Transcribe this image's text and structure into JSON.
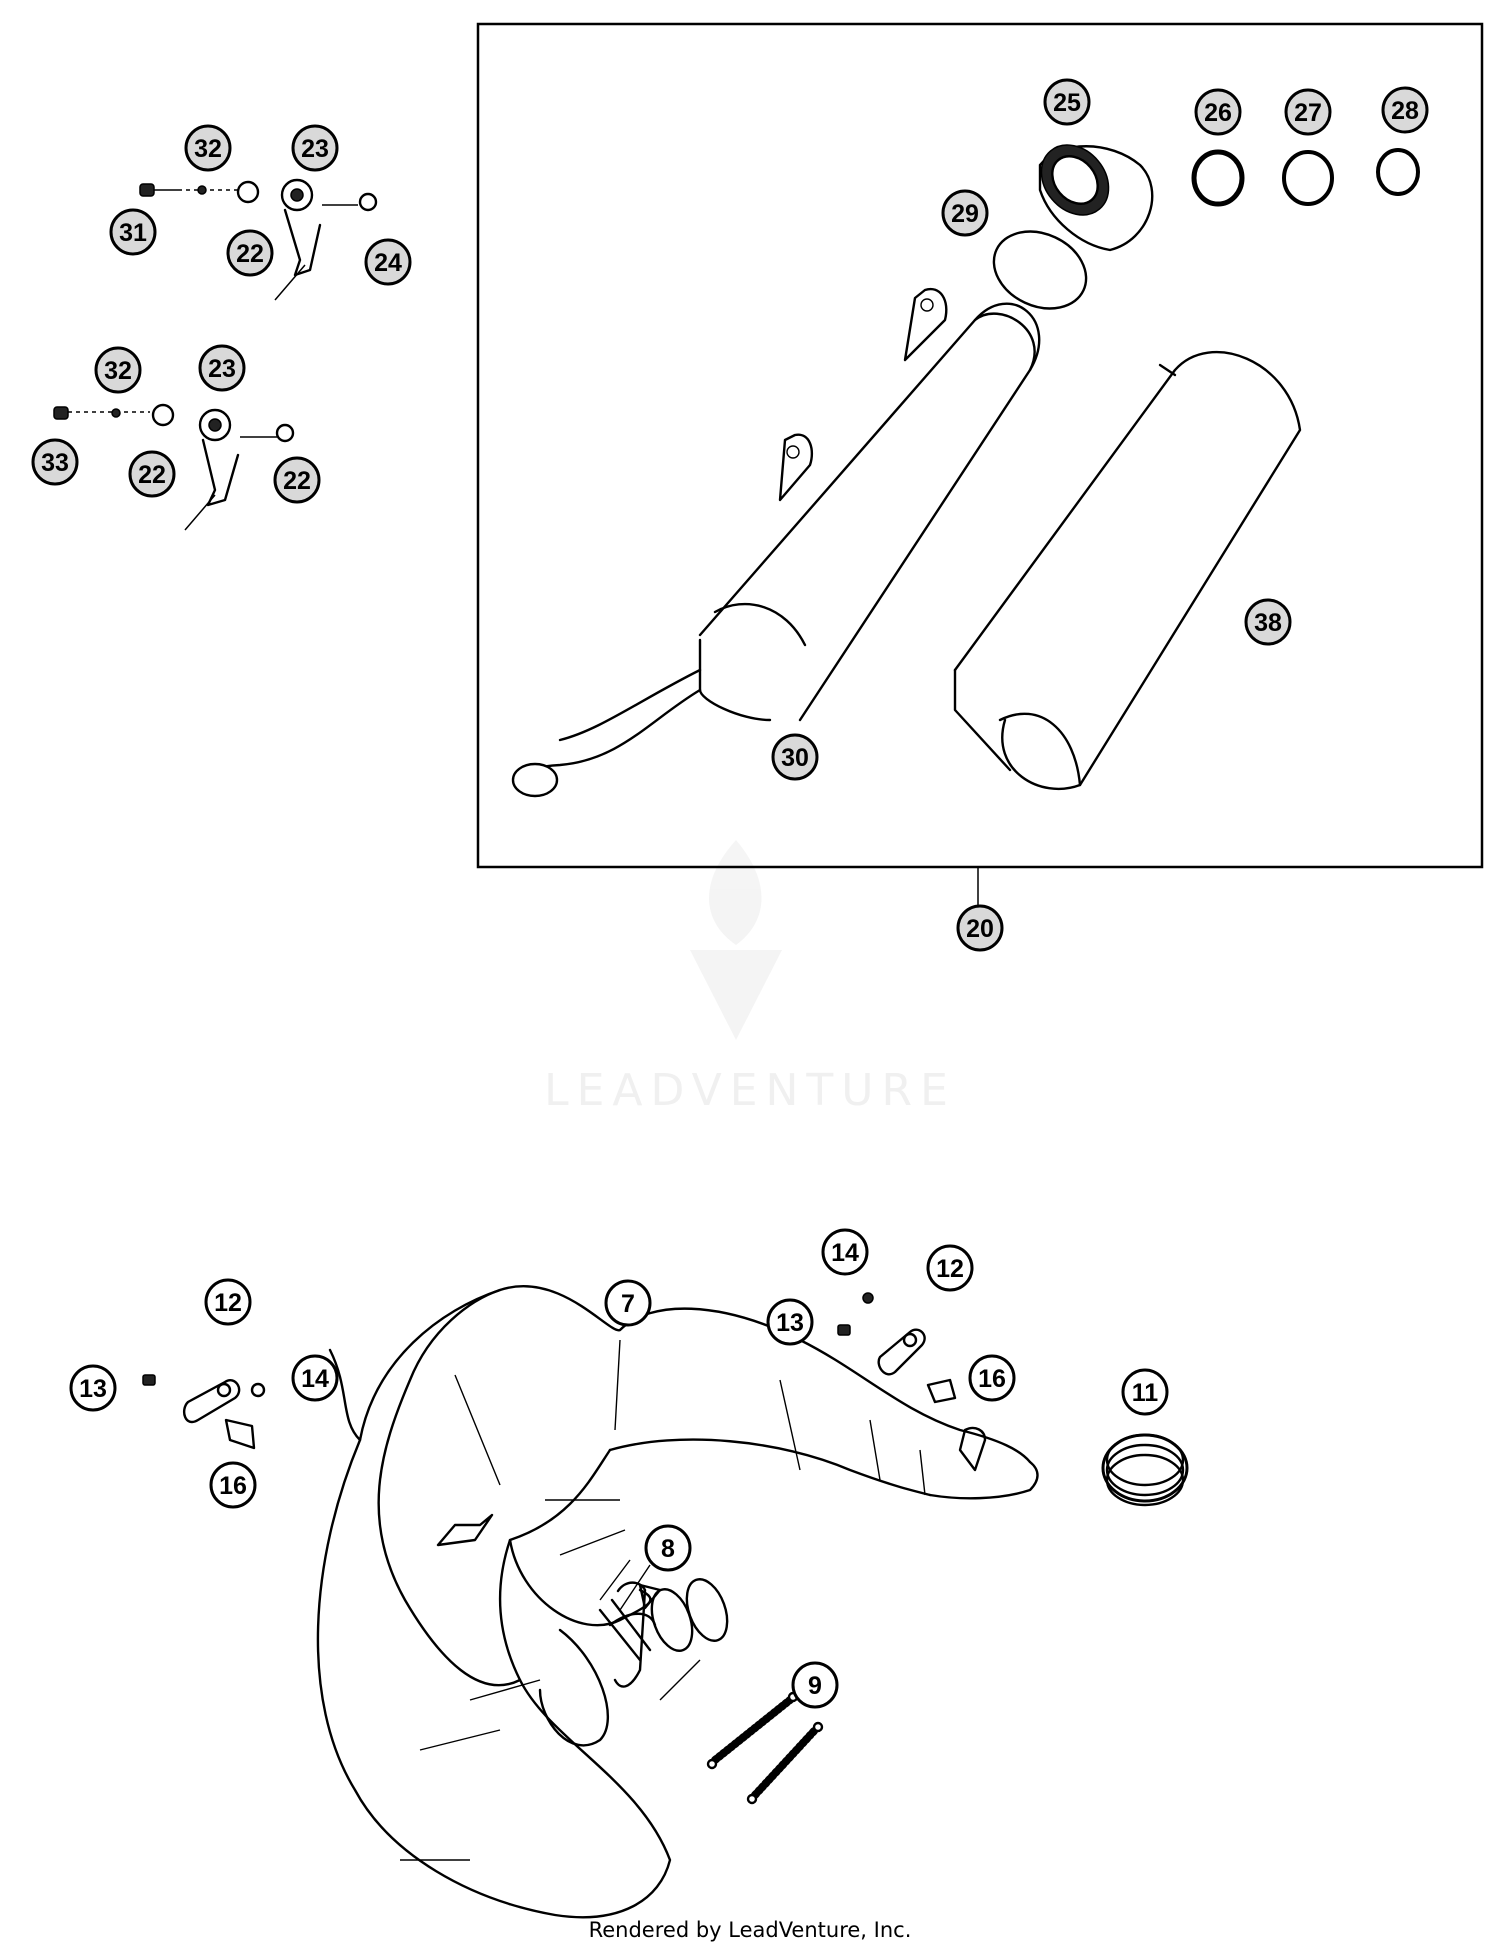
{
  "watermark": {
    "brand": "LEADVENTURE"
  },
  "footer": {
    "text": "Rendered by LeadVenture, Inc."
  },
  "callouts": {
    "c32a": "32",
    "c23a": "23",
    "c31": "31",
    "c22a": "22",
    "c24": "24",
    "c32b": "32",
    "c23b": "23",
    "c33": "33",
    "c22b": "22",
    "c22c": "22",
    "c25": "25",
    "c26": "26",
    "c27": "27",
    "c28": "28",
    "c29": "29",
    "c30": "30",
    "c38": "38",
    "c20": "20",
    "c7": "7",
    "c8": "8",
    "c9": "9",
    "c11": "11",
    "c12a": "12",
    "c13a": "13",
    "c14a": "14",
    "c16a": "16",
    "c14b": "14",
    "c12b": "12",
    "c13b": "13",
    "c16b": "16"
  }
}
